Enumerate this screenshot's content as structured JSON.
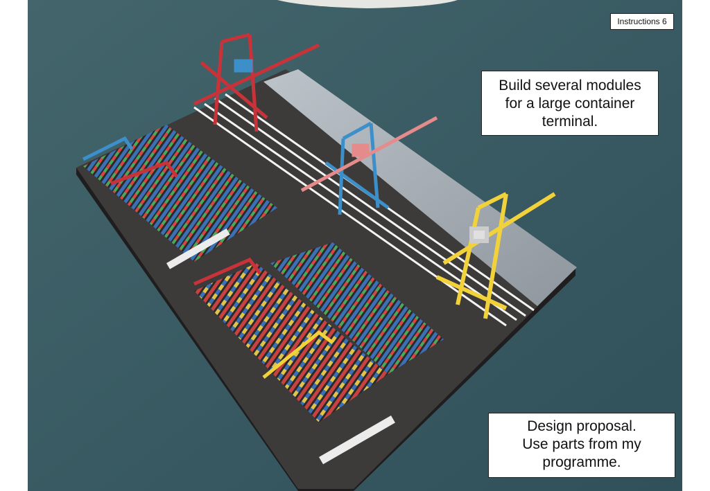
{
  "slide": {
    "tag": "Instructions 6",
    "callout_top": [
      "Build several modules",
      "for a large container",
      "terminal."
    ],
    "callout_bottom": [
      "Design proposal.",
      "Use parts from my",
      "programme."
    ]
  },
  "colors": {
    "table": "#3a5a60",
    "board": "#3d3a3a",
    "water": "#a9b1b8",
    "crane_red": "#c8333a",
    "crane_blue": "#3c8fc8",
    "crane_yellow": "#f2d23a"
  }
}
